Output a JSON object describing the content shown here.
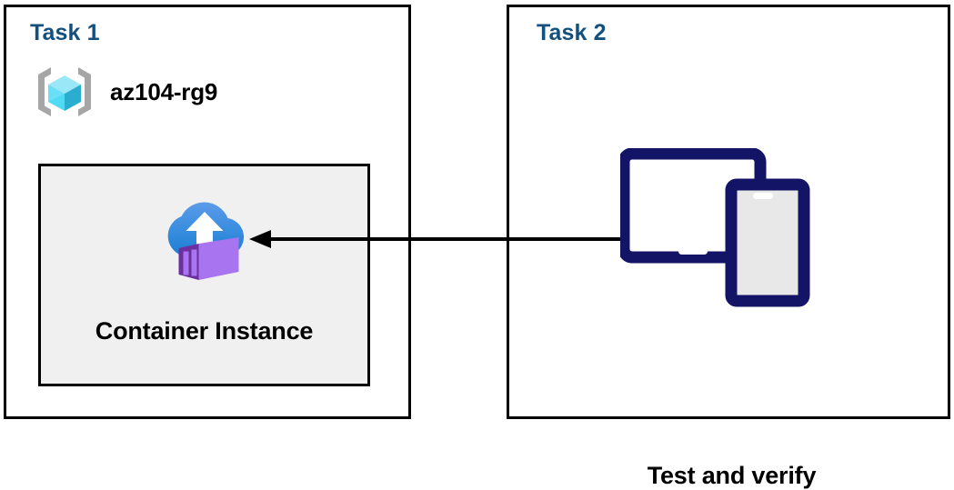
{
  "diagram": {
    "type": "architecture-flow",
    "title": "",
    "background_color": "#ffffff",
    "panels": [
      {
        "id": "task1",
        "title": "Task 1",
        "title_color": "#13507d",
        "border_color": "#000000",
        "resource_group": {
          "icon": "azure-resource-group-icon",
          "name": "az104-rg9"
        },
        "resource": {
          "icon": "azure-container-instance-icon",
          "label": "Container Instance",
          "fill_color": "#f0f0f0",
          "border_color": "#000000"
        }
      },
      {
        "id": "task2",
        "title": "Task 2",
        "title_color": "#13507d",
        "border_color": "#000000",
        "resource": {
          "icon": "tablet-and-phone-devices-icon",
          "label": "Test and verify",
          "icon_color": "#141466"
        }
      }
    ],
    "connector": {
      "name": "arrow-task2-to-container-instance",
      "direction": "right-to-left",
      "from": "task2",
      "to": "task1",
      "color": "#000000",
      "label": ""
    },
    "colors": {
      "title_blue": "#13507d",
      "navy": "#141466",
      "cube_cyan_top": "#9ae8f7",
      "cube_cyan_left": "#50dbf5",
      "cube_teal_right": "#2aaed0",
      "bracket_gray": "#a6a6a6",
      "cloud_blue_top": "#5b9bea",
      "cloud_blue_bottom": "#1b80d4",
      "container_purple": "#a874ef",
      "container_purple_dark": "#6c2fa0",
      "box_gray": "#f0f0f0",
      "screen_gray": "#e8e8e8"
    }
  }
}
